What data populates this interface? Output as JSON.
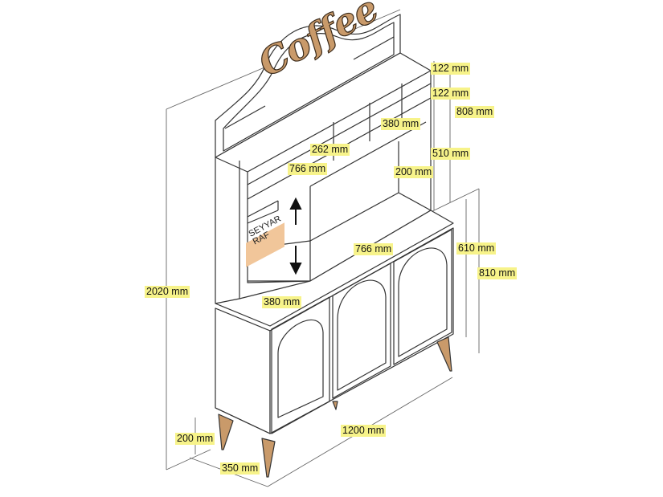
{
  "sign": {
    "text": "Coffee"
  },
  "shelf_tag": {
    "line1": "SEYYAR",
    "line2": "RAF"
  },
  "dimensions": {
    "top_shelf_1": "122 mm",
    "top_shelf_2": "122 mm",
    "upper_height": "808 mm",
    "upper_right_width": "380 mm",
    "upper_right_height": "510 mm",
    "upper_mid_width": "262 mm",
    "upper_inner_width": "766 mm",
    "upper_inner_height": "200 mm",
    "counter_width": "766 mm",
    "lower_cabinet_height": "610 mm",
    "lower_total_height": "810 mm",
    "total_height": "2020 mm",
    "side_depth": "380 mm",
    "leg_height": "200 mm",
    "base_width": "1200 mm",
    "base_depth": "350 mm"
  },
  "colors": {
    "label_bg": "#f7f38a",
    "wood": "#c99a6a",
    "line": "#333333"
  }
}
